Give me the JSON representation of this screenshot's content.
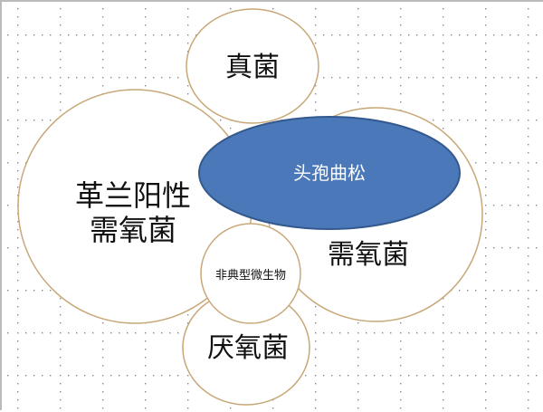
{
  "diagram": {
    "nodes": {
      "fungi": "真菌",
      "gram_positive_line1": "革兰阳性",
      "gram_positive_line2": "需氧菌",
      "aerobe_partial": "需氧菌",
      "atypical": "非典型微生物",
      "anaerobe": "厌氧菌",
      "drug": "头孢曲松"
    },
    "colors": {
      "circle_stroke": "#c8a878",
      "drug_fill": "#4a78b8",
      "drug_stroke": "#34598f",
      "grid": "#888888"
    }
  }
}
